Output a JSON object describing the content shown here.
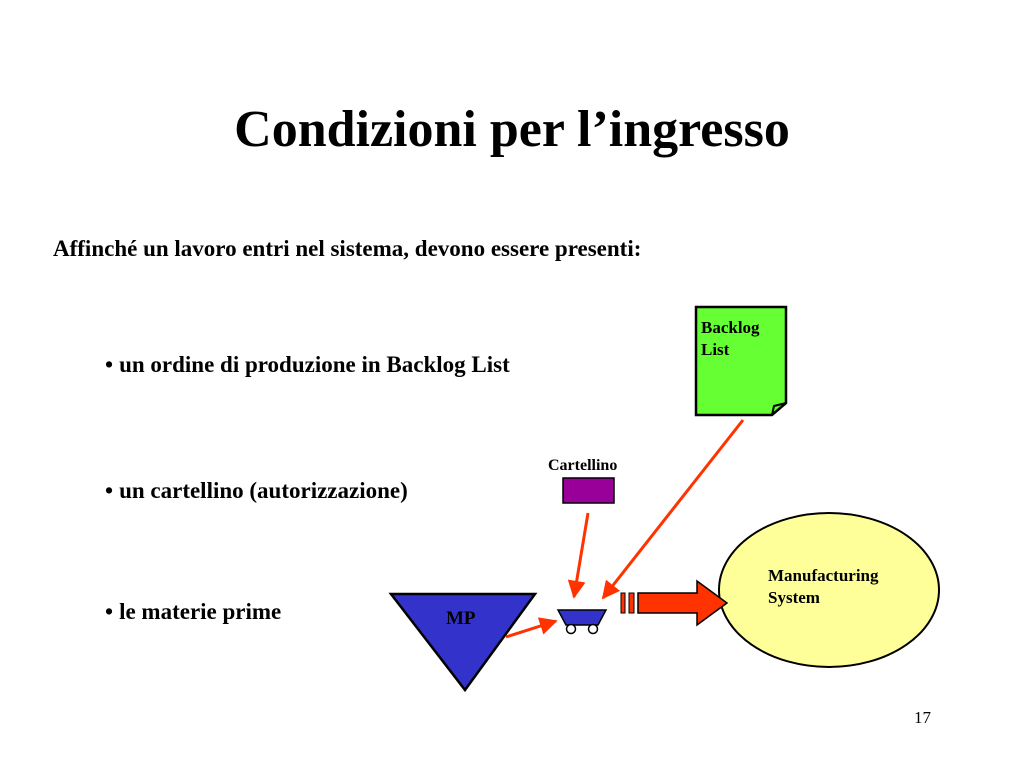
{
  "slide": {
    "title": "Condizioni per l’ingresso",
    "intro": "Affinché un lavoro entri nel sistema, devono essere presenti:",
    "bullet_symbol": "•",
    "bullets": [
      "un ordine di produzione in Backlog List",
      "un cartellino (autorizzazione)",
      "le materie prime"
    ],
    "page_number": "17"
  },
  "diagram": {
    "backlog_list": {
      "label": "Backlog\nList",
      "color": "#66ff33"
    },
    "cartellino": {
      "label": "Cartellino",
      "color": "#990099"
    },
    "manufacturing_system": {
      "label": "Manufacturing\nSystem",
      "color": "#ffff99"
    },
    "mp": {
      "label": "MP",
      "color": "#3333cc"
    },
    "cart": {
      "icon": "cart-icon",
      "color": "#3333cc"
    },
    "arrows": {
      "color": "#ff3300"
    }
  }
}
